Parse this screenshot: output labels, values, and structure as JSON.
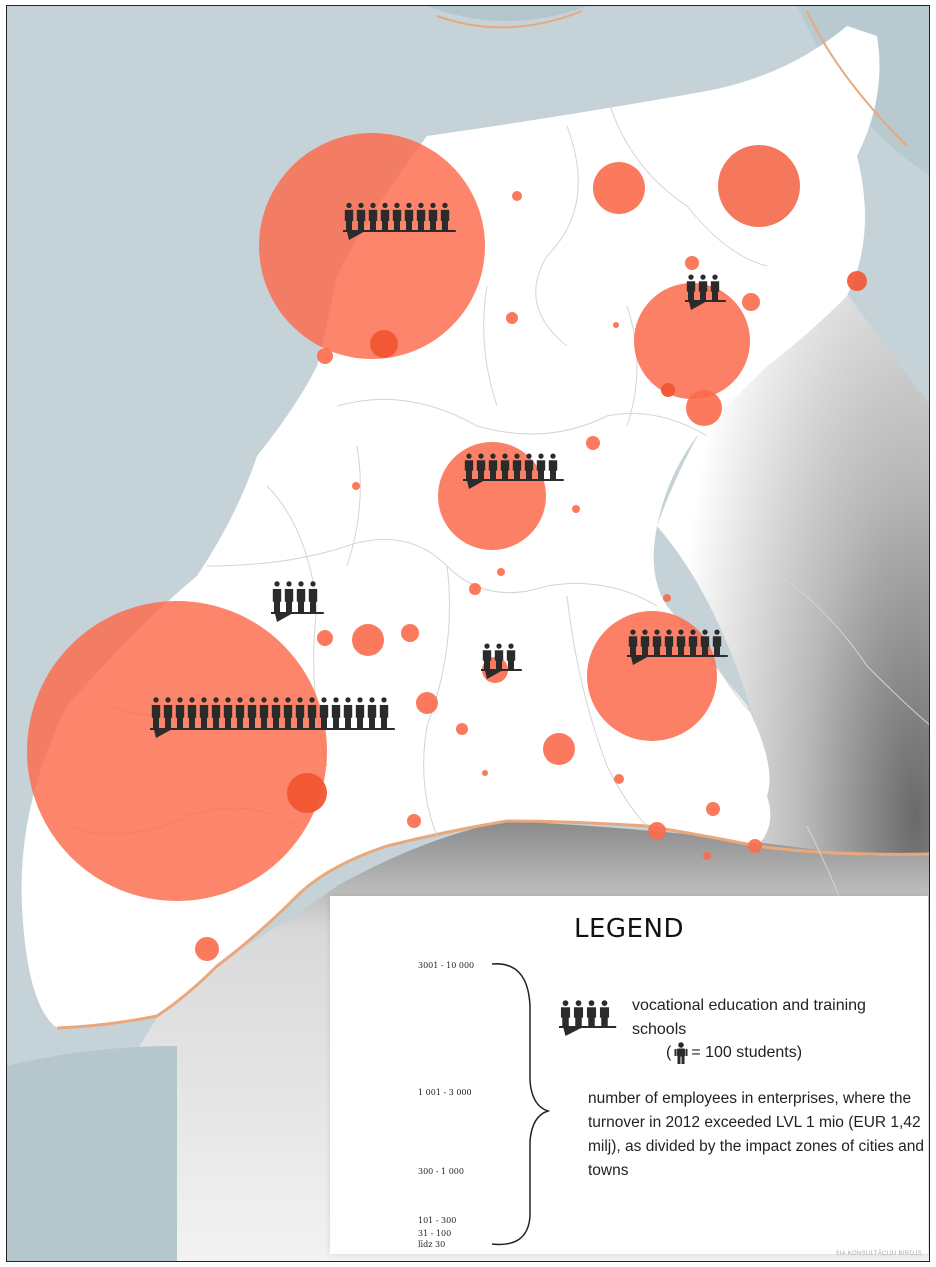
{
  "legend": {
    "title": "LEGEND",
    "size_classes": [
      "3001 - 10 000",
      "1 001 - 3 000",
      "300 - 1 000",
      "101 - 300",
      "31 - 100",
      "līdz 30"
    ],
    "school_label": "vocational education and training schools",
    "students_note_prefix": "(",
    "students_note_suffix": "= 100 students)",
    "employees_label": "number of employees in enterprises, where the turnover in 2012 exceeded LVL 1 mio (EUR 1,42 milj), as divided by the impact zones of cities and towns"
  },
  "credit": "SIA KONSULTĀCIJU BIROJS",
  "colors": {
    "sea": "#c5d3d9",
    "land": "#ffffff",
    "circle": "#fb6a4a",
    "circle_small": "#f25533",
    "border": "#e8a87c",
    "icon": "#2b2b2b"
  },
  "icons": {
    "school": "people-row-with-flag-icon",
    "student": "person-icon"
  },
  "employee_circles": [
    {
      "class": "3001 - 10 000"
    },
    {
      "class": "3001 - 10 000"
    },
    {
      "class": "1 001 - 3 000"
    },
    {
      "class": "1 001 - 3 000"
    },
    {
      "class": "1 001 - 3 000"
    },
    {
      "class": "300 - 1 000"
    },
    {
      "class": "300 - 1 000"
    },
    {
      "class": "300 - 1 000"
    },
    {
      "class": "101 - 300"
    },
    {
      "class": "101 - 300"
    },
    {
      "class": "101 - 300"
    },
    {
      "class": "101 - 300"
    },
    {
      "class": "101 - 300"
    },
    {
      "class": "101 - 300"
    },
    {
      "class": "101 - 300"
    },
    {
      "class": "101 - 300"
    },
    {
      "class": "101 - 300"
    },
    {
      "class": "101 - 300"
    },
    {
      "class": "31 - 100"
    },
    {
      "class": "31 - 100"
    },
    {
      "class": "31 - 100"
    },
    {
      "class": "31 - 100"
    },
    {
      "class": "31 - 100"
    },
    {
      "class": "31 - 100"
    },
    {
      "class": "31 - 100"
    },
    {
      "class": "31 - 100"
    },
    {
      "class": "31 - 100"
    },
    {
      "class": "31 - 100"
    },
    {
      "class": "31 - 100"
    },
    {
      "class": "31 - 100"
    },
    {
      "class": "līdz 30"
    },
    {
      "class": "līdz 30"
    },
    {
      "class": "līdz 30"
    },
    {
      "class": "līdz 30"
    },
    {
      "class": "līdz 30"
    },
    {
      "class": "līdz 30"
    },
    {
      "class": "līdz 30"
    },
    {
      "class": "līdz 30"
    },
    {
      "class": "līdz 30"
    }
  ],
  "schools": [
    {
      "students": 900
    },
    {
      "students": 2000
    },
    {
      "students": 800
    },
    {
      "students": 300
    },
    {
      "students": 800
    },
    {
      "students": 400
    },
    {
      "students": 300
    }
  ]
}
